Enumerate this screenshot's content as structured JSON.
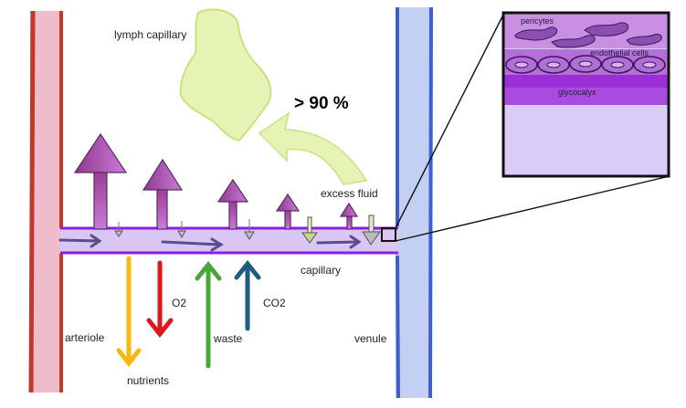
{
  "labels": {
    "lymph_capillary": "lymph capillary",
    "percent": "> 90 %",
    "excess_fluid": "excess fluid",
    "capillary": "capillary",
    "o2": "O2",
    "co2": "CO2",
    "arteriole": "arteriole",
    "waste": "waste",
    "nutrients": "nutrients",
    "venule": "venule"
  },
  "inset": {
    "pericytes": "pericytes",
    "endothelial_cells": "endothelial cells",
    "glycocalyx": "glycocalyx"
  },
  "colors": {
    "arteriole_fill": "#eebccb",
    "arteriole_edge": "#c0392b",
    "venule_fill": "#c3cff3",
    "venule_edge": "#3f5fd0",
    "capillary_fill": "#d9c6f3",
    "capillary_edge": "#8b1fe0",
    "lymph_fill": "#e5f3b4",
    "lymph_edge": "#c8e27f",
    "filtration_arrow_top": "#9b3f95",
    "filtration_arrow_bottom": "#c77cd8",
    "nutrients_arrow": "#f6b90f",
    "o2_arrow": "#e2141e",
    "waste_arrow": "#4aa63b",
    "co2_arrow": "#1c5d80"
  }
}
